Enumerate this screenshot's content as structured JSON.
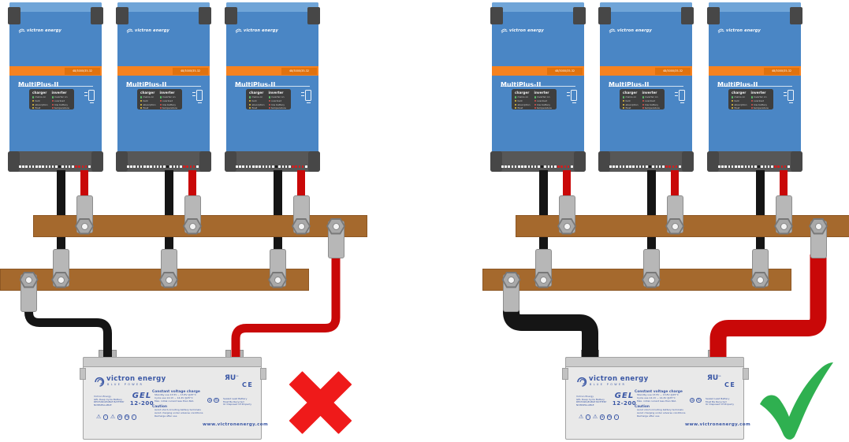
{
  "colors": {
    "inverter_blue": "#4a86c5",
    "inverter_blue_light": "#70a5d8",
    "inverter_cap": "#575757",
    "inverter_tab": "#474747",
    "victron_orange": "#f58220",
    "victron_orange_dark": "#e0720e",
    "busbar_copper": "#a5692d",
    "busbar_copper_edge": "#8d5724",
    "lug_gray": "#b7b7b7",
    "lug_edge": "#8d8d8d",
    "nut_gray": "#a9a9a9",
    "cable_black": "#151515",
    "cable_red": "#c90808",
    "battery_gray": "#e9e9e9",
    "battery_lid_gray": "#cbcbcb",
    "label_blue": "#3a57a5",
    "cross_red": "#ef1a1a",
    "check_green": "#2fb050",
    "led_green": "#5dc06c",
    "led_yellow": "#e8c63e",
    "led_red": "#d9534f"
  },
  "inverter": {
    "brand": "victron energy",
    "model": "MultiPlus-II",
    "spec_badge": "48/3000/35-32",
    "led_panel": {
      "columns": [
        {
          "header": "charger",
          "leds": [
            {
              "label": "mains on",
              "color": "green"
            },
            {
              "label": "bulk",
              "color": "yellow"
            },
            {
              "label": "absorption",
              "color": "yellow"
            },
            {
              "label": "float",
              "color": "yellow"
            }
          ]
        },
        {
          "header": "inverter",
          "leds": [
            {
              "label": "inverter on",
              "color": "green"
            },
            {
              "label": "overload",
              "color": "red"
            },
            {
              "label": "low battery",
              "color": "red"
            },
            {
              "label": "temperature",
              "color": "red"
            }
          ]
        }
      ]
    }
  },
  "battery": {
    "brand": "victron energy",
    "brand_sub": "BLUE POWER",
    "type": "GEL",
    "model": "12-200",
    "left_info_lines": [
      "Victron Energy",
      "GEL Deep Cycle Battery",
      "RECHARGEABLE BATTERY",
      "NONSPILLABLE"
    ],
    "charge_title": "Constant voltage charge",
    "charge_lines": [
      "Standby use 13.5V ~ 13.8V @25°C",
      "Cycle use 14.1V ~ 14.4V @25°C",
      "Max. initial current less than 60A"
    ],
    "caution_title": "Caution",
    "caution_lines": [
      "Avoid short-circuiting battery terminals",
      "Avoid charging under adverse conditions",
      "Recharge after use"
    ],
    "recycle_lines": [
      "Sealed Lead Battery",
      "Must Be Recycled",
      "Or Disposed Of Properly"
    ],
    "website": "www.victronenergy.com",
    "ul_mark": "ЯU",
    "ul_mark_sub": "us",
    "ce_mark": "CE",
    "bottom_symbols": [
      "warning-triangle",
      "info-circle",
      "warning-triangle",
      "recycle-circle",
      "pb-circle",
      "fire-circle"
    ],
    "recycle_symbols": [
      "recycle-circle",
      "pb-circle"
    ]
  },
  "panels": [
    {
      "name": "incorrect-wiring",
      "verdict": "cross",
      "battery_cable_stroke": 11
    },
    {
      "name": "correct-wiring",
      "verdict": "check",
      "battery_cable_stroke": 21
    }
  ]
}
